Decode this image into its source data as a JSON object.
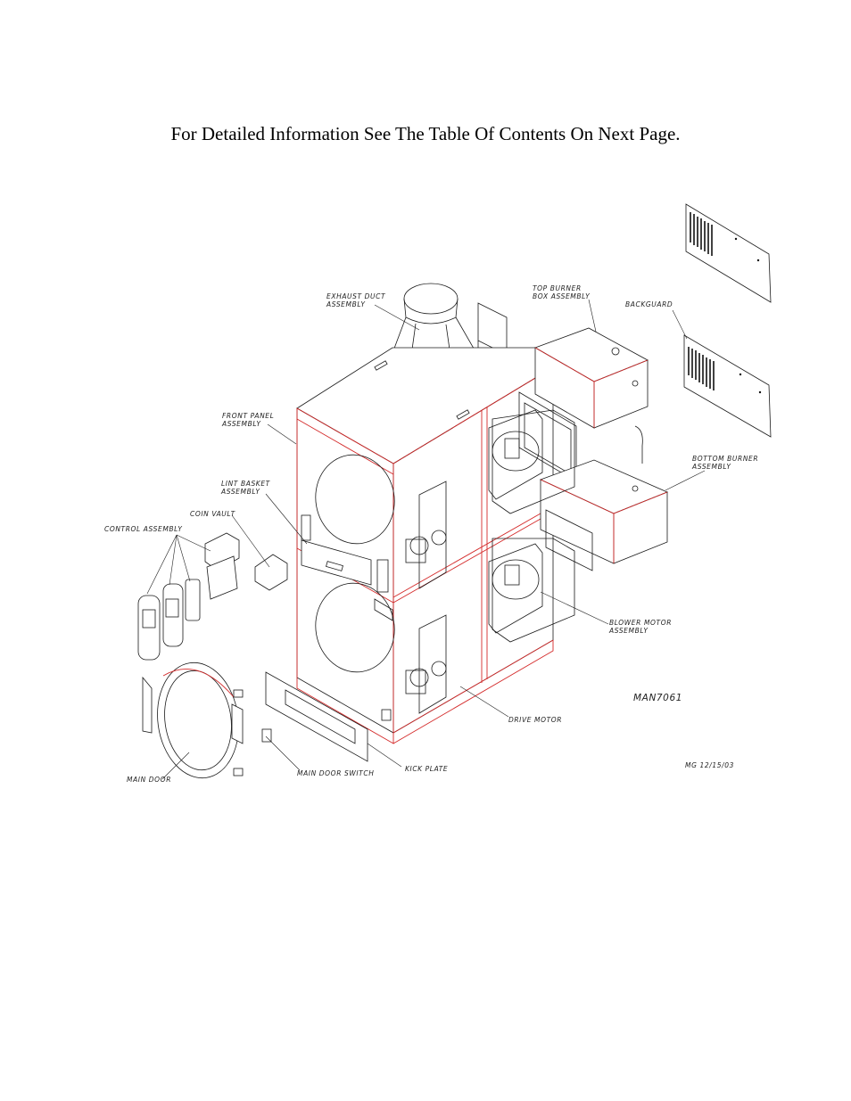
{
  "page": {
    "heading": "For Detailed Information See The Table Of Contents On Next Page."
  },
  "diagram": {
    "labels": {
      "exhaust_duct": [
        "EXHAUST DUCT",
        "ASSEMBLY"
      ],
      "top_burner": [
        "TOP BURNER",
        "BOX ASSEMBLY"
      ],
      "backguard": [
        "BACKGUARD"
      ],
      "front_panel": [
        "FRONT PANEL",
        "ASSEMBLY"
      ],
      "lint_basket": [
        "LINT BASKET",
        "ASSEMBLY"
      ],
      "coin_vault": [
        "COIN VAULT"
      ],
      "control_assembly": [
        "CONTROL ASSEMBLY"
      ],
      "bottom_burner": [
        "BOTTOM BURNER",
        "ASSEMBLY"
      ],
      "blower_motor": [
        "BLOWER MOTOR",
        "ASSEMBLY"
      ],
      "drive_motor": [
        "DRIVE MOTOR"
      ],
      "main_door": [
        "MAIN DOOR"
      ],
      "main_door_switch": [
        "MAIN DOOR SWITCH"
      ],
      "kick_plate": [
        "KICK PLATE"
      ]
    },
    "drawing_number": "MAN7061",
    "revision": "MG 12/15/03",
    "colors": {
      "outline": "#1a1a1a",
      "highlight": "#d42a2a"
    }
  }
}
